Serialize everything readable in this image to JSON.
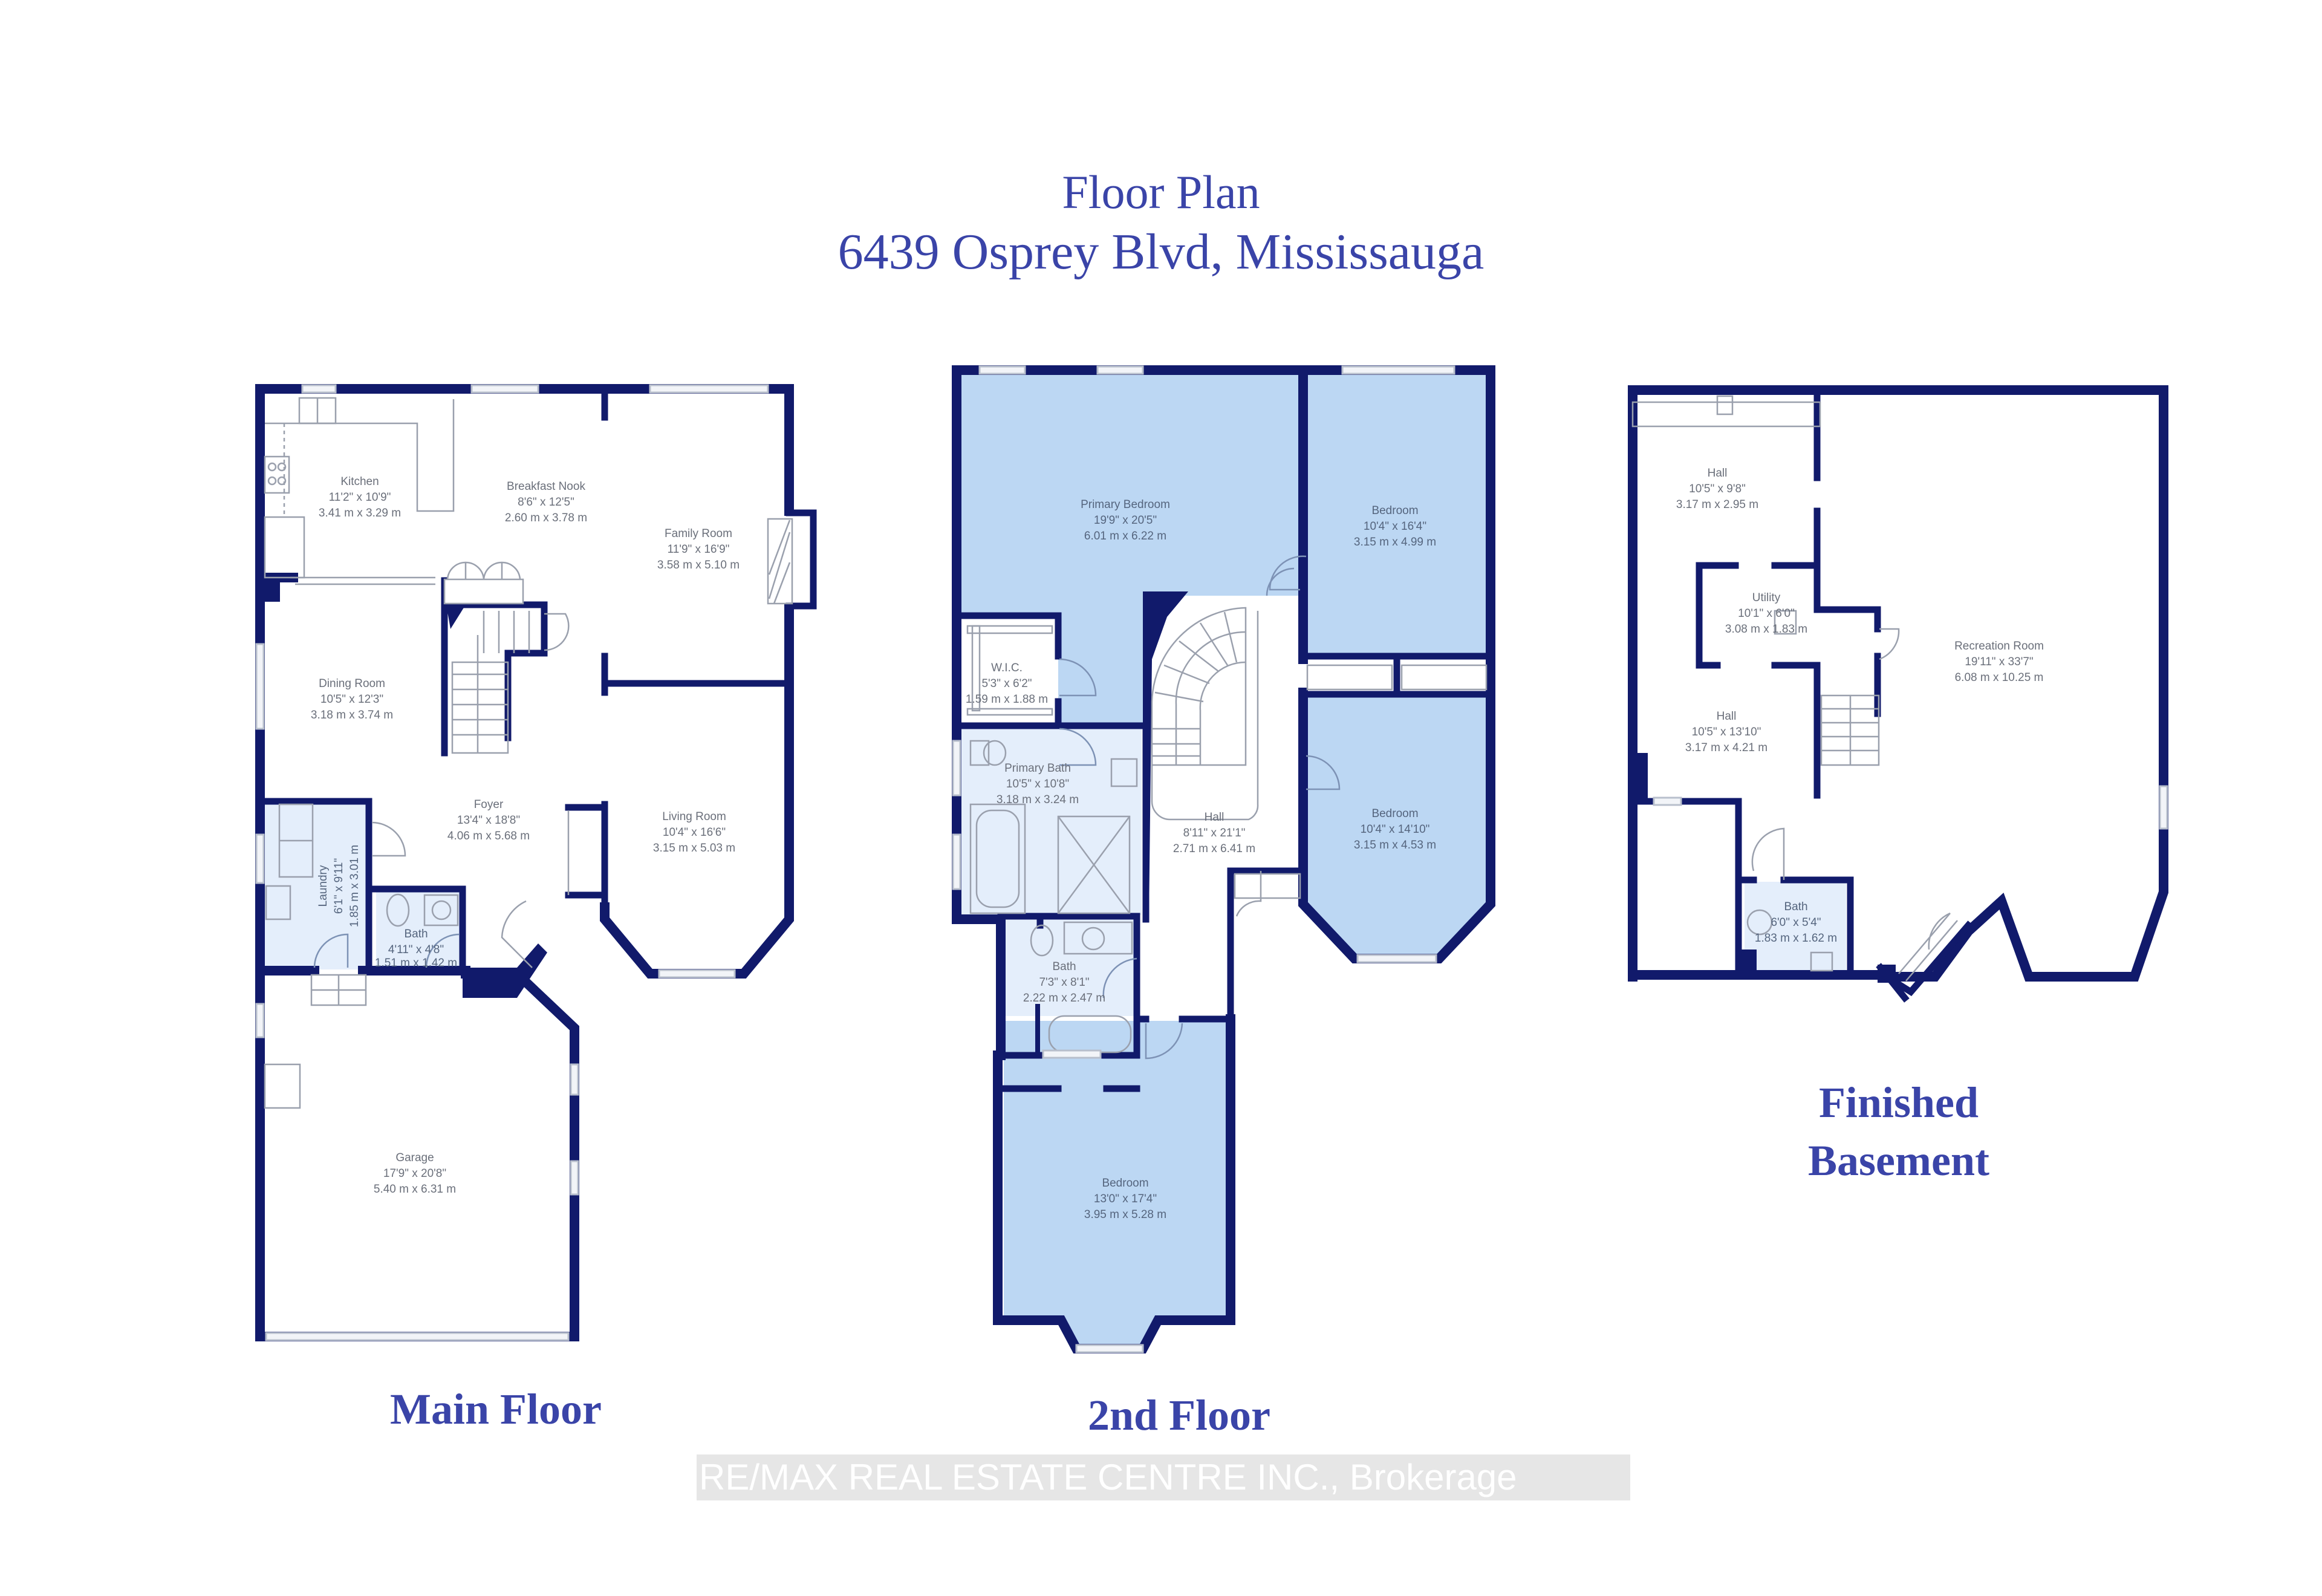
{
  "header": {
    "title": "Floor Plan",
    "address": "6439 Osprey Blvd, Mississauga"
  },
  "colors": {
    "title_text": "#3a44a8",
    "wall": "#111a6b",
    "bedroom_fill": "#bcd7f3",
    "wet_room_fill": "#e4eefb",
    "room_label_text": "#6a6f7a"
  },
  "floors": {
    "main": {
      "label": "Main Floor",
      "rooms": [
        {
          "name": "Kitchen",
          "imperial": "11'2\" x 10'9\"",
          "metric": "3.41 m x 3.29 m"
        },
        {
          "name": "Breakfast Nook",
          "imperial": "8'6\" x 12'5\"",
          "metric": "2.60 m x 3.78 m"
        },
        {
          "name": "Family Room",
          "imperial": "11'9\" x 16'9\"",
          "metric": "3.58 m x 5.10 m"
        },
        {
          "name": "Dining Room",
          "imperial": "10'5\" x 12'3\"",
          "metric": "3.18 m x 3.74 m"
        },
        {
          "name": "Foyer",
          "imperial": "13'4\" x 18'8\"",
          "metric": "4.06 m x 5.68 m"
        },
        {
          "name": "Living Room",
          "imperial": "10'4\" x 16'6\"",
          "metric": "3.15 m x 5.03 m"
        },
        {
          "name": "Laundry",
          "imperial": "6'1\" x 9'11\"",
          "metric": "1.85 m x 3.01 m"
        },
        {
          "name": "Bath",
          "imperial": "4'11\" x 4'8\"",
          "metric": "1.51 m x 1.42 m"
        },
        {
          "name": "Garage",
          "imperial": "17'9\" x 20'8\"",
          "metric": "5.40 m x 6.31 m"
        }
      ]
    },
    "second": {
      "label": "2nd Floor",
      "rooms": [
        {
          "name": "Primary Bedroom",
          "imperial": "19'9\" x 20'5\"",
          "metric": "6.01 m x 6.22 m"
        },
        {
          "name": "Bedroom",
          "imperial": "10'4\" x 16'4\"",
          "metric": "3.15 m x 4.99 m"
        },
        {
          "name": "W.I.C.",
          "imperial": "5'3\" x 6'2\"",
          "metric": "1.59 m x 1.88 m"
        },
        {
          "name": "Primary Bath",
          "imperial": "10'5\" x 10'8\"",
          "metric": "3.18 m x 3.24 m"
        },
        {
          "name": "Hall",
          "imperial": "8'11\" x 21'1\"",
          "metric": "2.71 m x 6.41 m"
        },
        {
          "name": "Bedroom",
          "imperial": "10'4\" x 14'10\"",
          "metric": "3.15 m x 4.53 m"
        },
        {
          "name": "Bath",
          "imperial": "7'3\" x 8'1\"",
          "metric": "2.22 m x 2.47 m"
        },
        {
          "name": "Bedroom",
          "imperial": "13'0\" x 17'4\"",
          "metric": "3.95 m x 5.28 m"
        }
      ]
    },
    "basement": {
      "label_line1": "Finished",
      "label_line2": "Basement",
      "rooms": [
        {
          "name": "Hall",
          "imperial": "10'5\" x 9'8\"",
          "metric": "3.17 m x 2.95 m"
        },
        {
          "name": "Utility",
          "imperial": "10'1\" x 6'0\"",
          "metric": "3.08 m x 1.83 m"
        },
        {
          "name": "Recreation Room",
          "imperial": "19'11\" x 33'7\"",
          "metric": "6.08 m x 10.25 m"
        },
        {
          "name": "Hall",
          "imperial": "10'5\" x 13'10\"",
          "metric": "3.17 m x 4.21 m"
        },
        {
          "name": "Bath",
          "imperial": "6'0\" x 5'4\"",
          "metric": "1.83 m x 1.62 m"
        }
      ]
    }
  },
  "watermark": {
    "text": "RE/MAX REAL ESTATE CENTRE INC., Brokerage"
  }
}
